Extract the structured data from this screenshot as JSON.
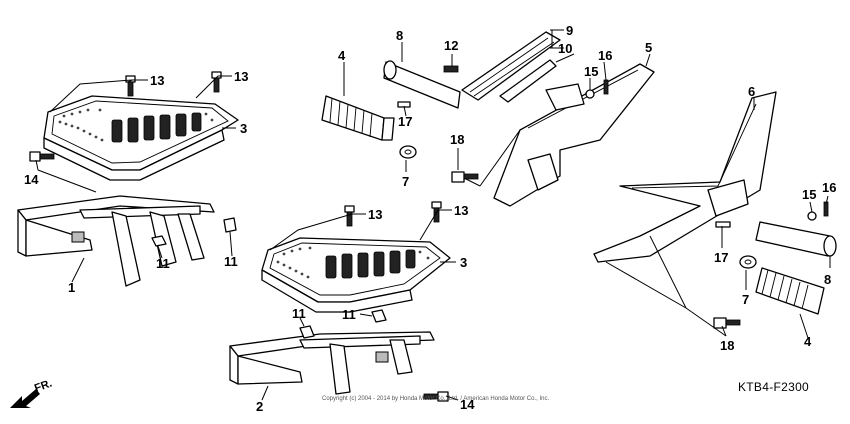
{
  "diagram": {
    "code": "KTB4-F2300",
    "copyright": "Copyright (c) 2004 - 2014 by Honda Motor Co., Ltd. / American Honda Motor Co., Inc.",
    "direction_label": "FR.",
    "callouts": [
      "1",
      "2",
      "3",
      "3",
      "4",
      "4",
      "5",
      "6",
      "7",
      "7",
      "8",
      "8",
      "9",
      "10",
      "11",
      "11",
      "11",
      "11",
      "12",
      "13",
      "13",
      "13",
      "13",
      "14",
      "14",
      "15",
      "15",
      "16",
      "16",
      "17",
      "17",
      "18",
      "18"
    ]
  }
}
